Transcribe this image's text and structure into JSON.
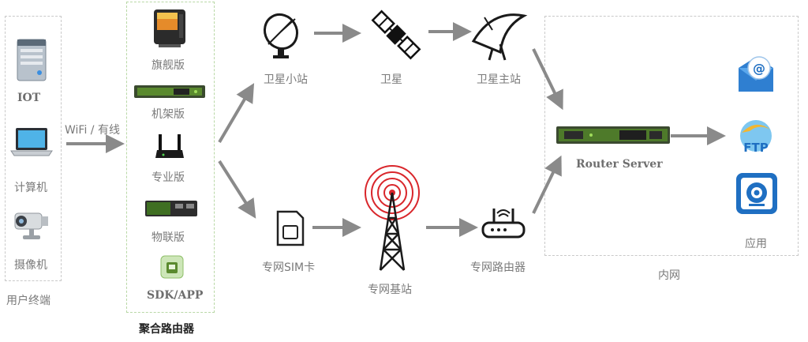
{
  "terminals": {
    "items": [
      {
        "label": "IOT",
        "icon": "server-icon"
      },
      {
        "label": "计算机",
        "icon": "laptop-icon"
      },
      {
        "label": "摄像机",
        "icon": "camera-icon"
      }
    ],
    "group_label": "用户终端"
  },
  "link_label": "WiFi / 有线",
  "router_group": {
    "items": [
      {
        "label": "旗舰版",
        "icon": "flagship-device-icon"
      },
      {
        "label": "机架版",
        "icon": "rack-router-icon"
      },
      {
        "label": "专业版",
        "icon": "wifi-router-icon"
      },
      {
        "label": "物联版",
        "icon": "iot-gateway-icon"
      },
      {
        "label": "SDK/APP",
        "icon": "sdk-app-icon"
      }
    ],
    "group_label": "聚合路由器"
  },
  "satellite_path": {
    "station": "卫星小站",
    "satellite": "卫星",
    "main_station": "卫星主站"
  },
  "cellular_path": {
    "sim": "专网SIM卡",
    "base_station": "专网基站",
    "router": "专网路由器"
  },
  "intranet": {
    "server_label": "Router Server",
    "apps_label": "应用",
    "group_label": "内网",
    "apps": [
      {
        "icon": "email-icon",
        "text": "@"
      },
      {
        "icon": "ftp-icon",
        "text": "FTP"
      },
      {
        "icon": "camera-app-icon"
      }
    ]
  },
  "colors": {
    "arrow": "#8a8a8a",
    "device_green": "#5a8a2e",
    "signal_red": "#d9262b",
    "app_blue": "#1f6fc2"
  }
}
